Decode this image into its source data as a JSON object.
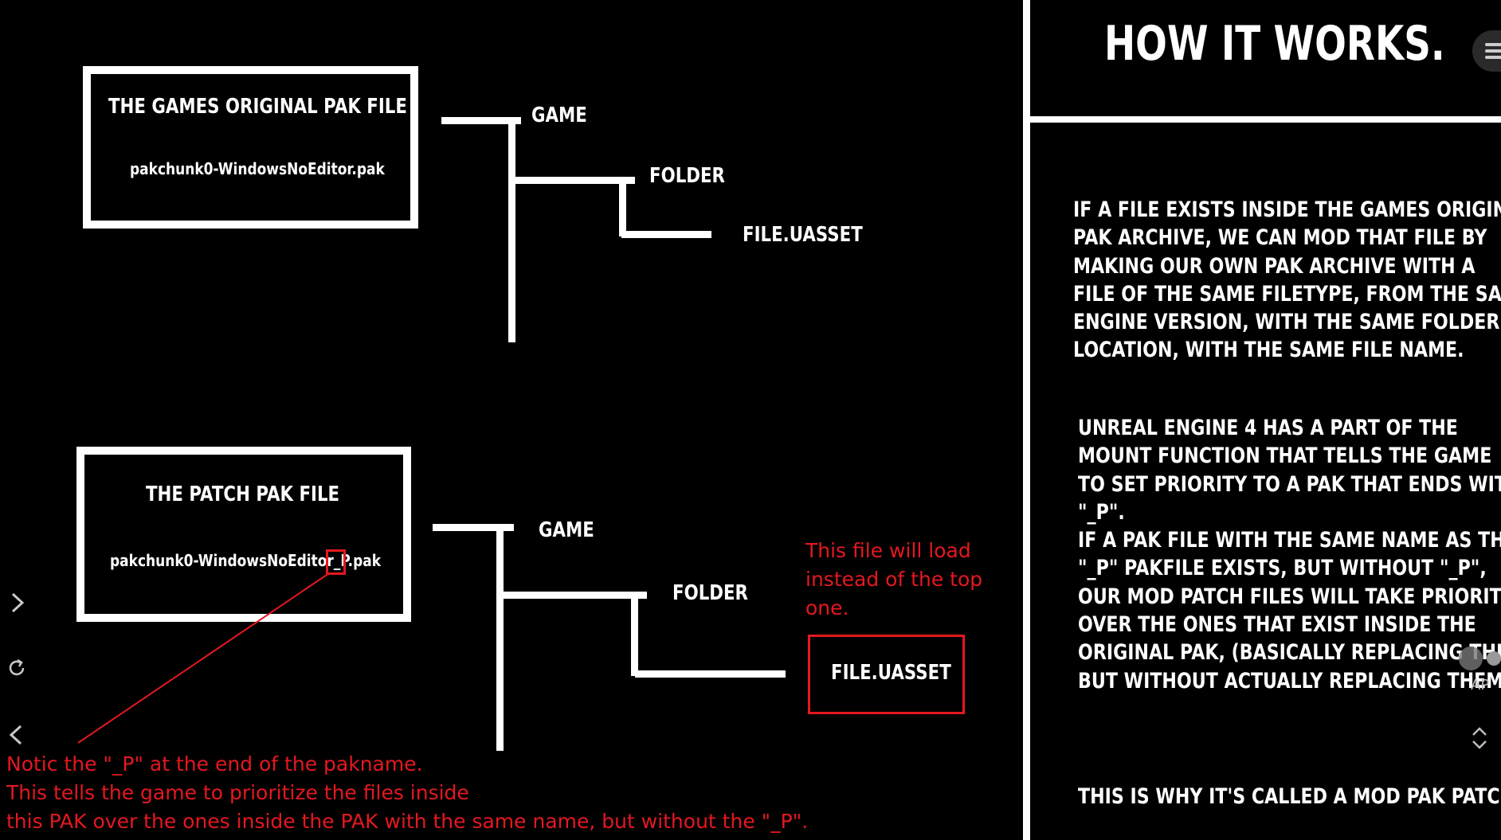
{
  "heading": "HOW IT WORKS.",
  "original": {
    "title": "THE GAMES ORIGINAL PAK FILE",
    "filename": "pakchunk0-WindowsNoEditor.pak",
    "tree": {
      "game": "GAME",
      "folder": "FOLDER",
      "file": "FILE.UASSET"
    }
  },
  "patch": {
    "title": "THE PATCH PAK FILE",
    "filename_prefix": "pakchunk0-WindowsNoEditor",
    "filename_highlight": "_P",
    "filename_suffix": ".pak",
    "tree": {
      "game": "GAME",
      "folder": "FOLDER",
      "file": "FILE.UASSET"
    }
  },
  "annotations": {
    "load_note": [
      "This file will load",
      "instead of the top",
      "one."
    ],
    "p_note": [
      "Notic the \"_P\" at the end of the pakname.",
      "This tells the game to prioritize the files inside",
      "this PAK over the ones inside the PAK with the same name, but without the \"_P\"."
    ]
  },
  "explanation": {
    "para1": [
      "IF A FILE EXISTS INSIDE THE GAMES ORIGINAL",
      "PAK ARCHIVE, WE CAN MOD THAT FILE BY",
      "MAKING OUR OWN PAK ARCHIVE WITH A",
      "FILE OF THE SAME FILETYPE, FROM THE SAME",
      "ENGINE VERSION, WITH THE SAME FOLDER",
      "LOCATION, WITH THE SAME FILE NAME."
    ],
    "para2": [
      "UNREAL ENGINE 4 HAS A PART OF THE",
      "MOUNT FUNCTION THAT TELLS THE GAME",
      "TO SET PRIORITY TO A PAK THAT ENDS WITH",
      "\"_P\".",
      "IF A PAK FILE WITH THE SAME NAME AS THE",
      "\"_P\" PAKFILE EXISTS, BUT WITHOUT \"_P\",",
      "OUR MOD PATCH FILES WILL TAKE PRIORITY",
      "OVER THE ONES THAT EXIST INSIDE THE",
      "ORIGINAL PAK, (BASICALLY REPLACING THEM)",
      "BUT WITHOUT ACTUALLY REPLACING THEM."
    ],
    "conclusion": "THIS IS WHY IT'S CALLED A MOD PAK PATCH."
  },
  "player": {
    "ap_label": "AP",
    "icons": [
      "chevron-right-icon",
      "replay-icon",
      "chevron-left-icon",
      "menu-icon",
      "chevron-up-icon",
      "chevron-down-icon"
    ]
  },
  "colors": {
    "background": "#000000",
    "foreground": "#ffffff",
    "accent_red": "#e41820"
  }
}
